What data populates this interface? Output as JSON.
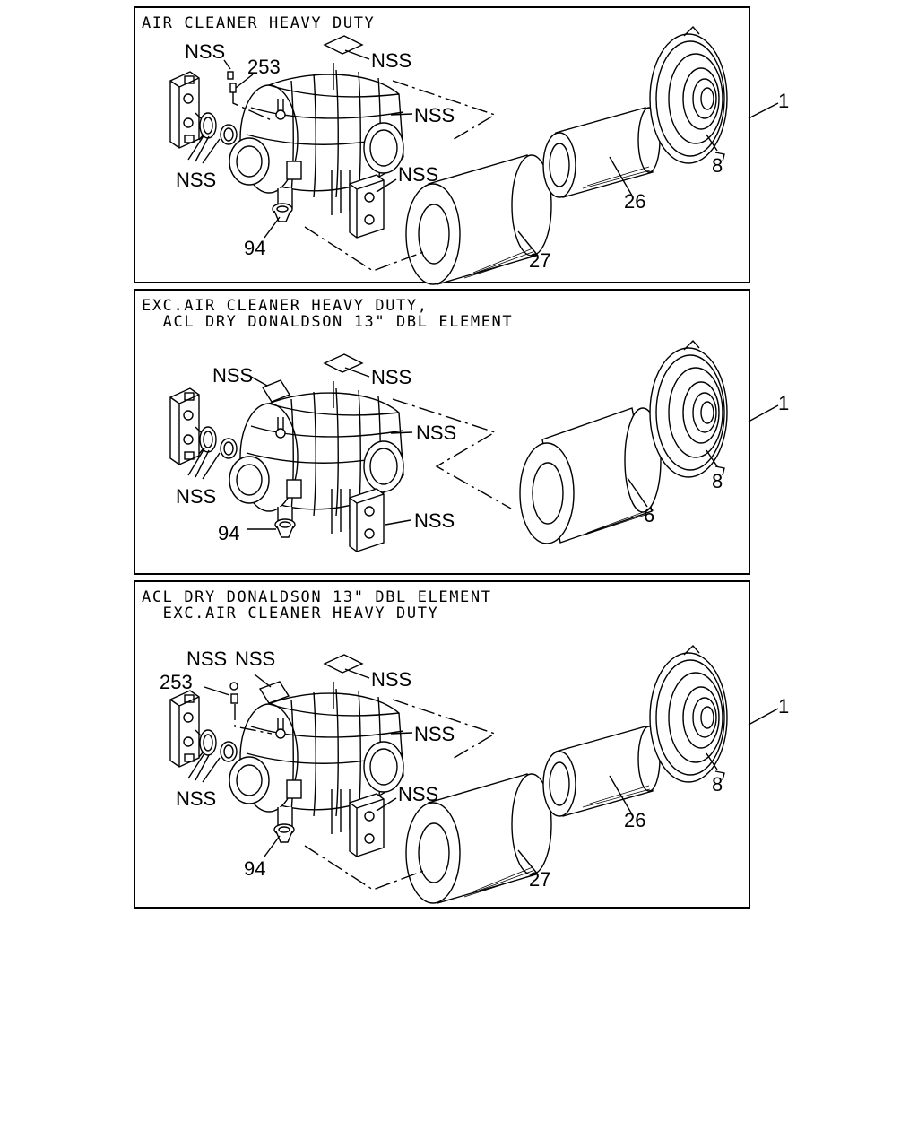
{
  "panel1": {
    "title_line1": "AIR CLEANER HEAVY DUTY",
    "labels": {
      "nss_a": "NSS",
      "p253": "253",
      "nss_b": "NSS",
      "nss_c": "NSS",
      "nss_d": "NSS",
      "nss_e": "NSS",
      "p94": "94",
      "p27": "27",
      "p26": "26",
      "p8": "8"
    },
    "ref": "1"
  },
  "panel2": {
    "title_line1": "EXC.AIR CLEANER HEAVY DUTY,",
    "title_line2": "  ACL DRY DONALDSON 13\" DBL ELEMENT",
    "labels": {
      "nss_a": "NSS",
      "nss_b": "NSS",
      "nss_c": "NSS",
      "nss_d": "NSS",
      "nss_e": "NSS",
      "p94": "94",
      "p6": "6",
      "p8": "8"
    },
    "ref": "1"
  },
  "panel3": {
    "title_line1": "ACL DRY DONALDSON 13\" DBL ELEMENT",
    "title_line2": "  EXC.AIR CLEANER HEAVY DUTY",
    "labels": {
      "nss_a": "NSS",
      "nss_b": "NSS",
      "p253": "253",
      "nss_c": "NSS",
      "nss_d": "NSS",
      "nss_e": "NSS",
      "nss_f": "NSS",
      "p94": "94",
      "p27": "27",
      "p26": "26",
      "p8": "8"
    },
    "ref": "1"
  }
}
